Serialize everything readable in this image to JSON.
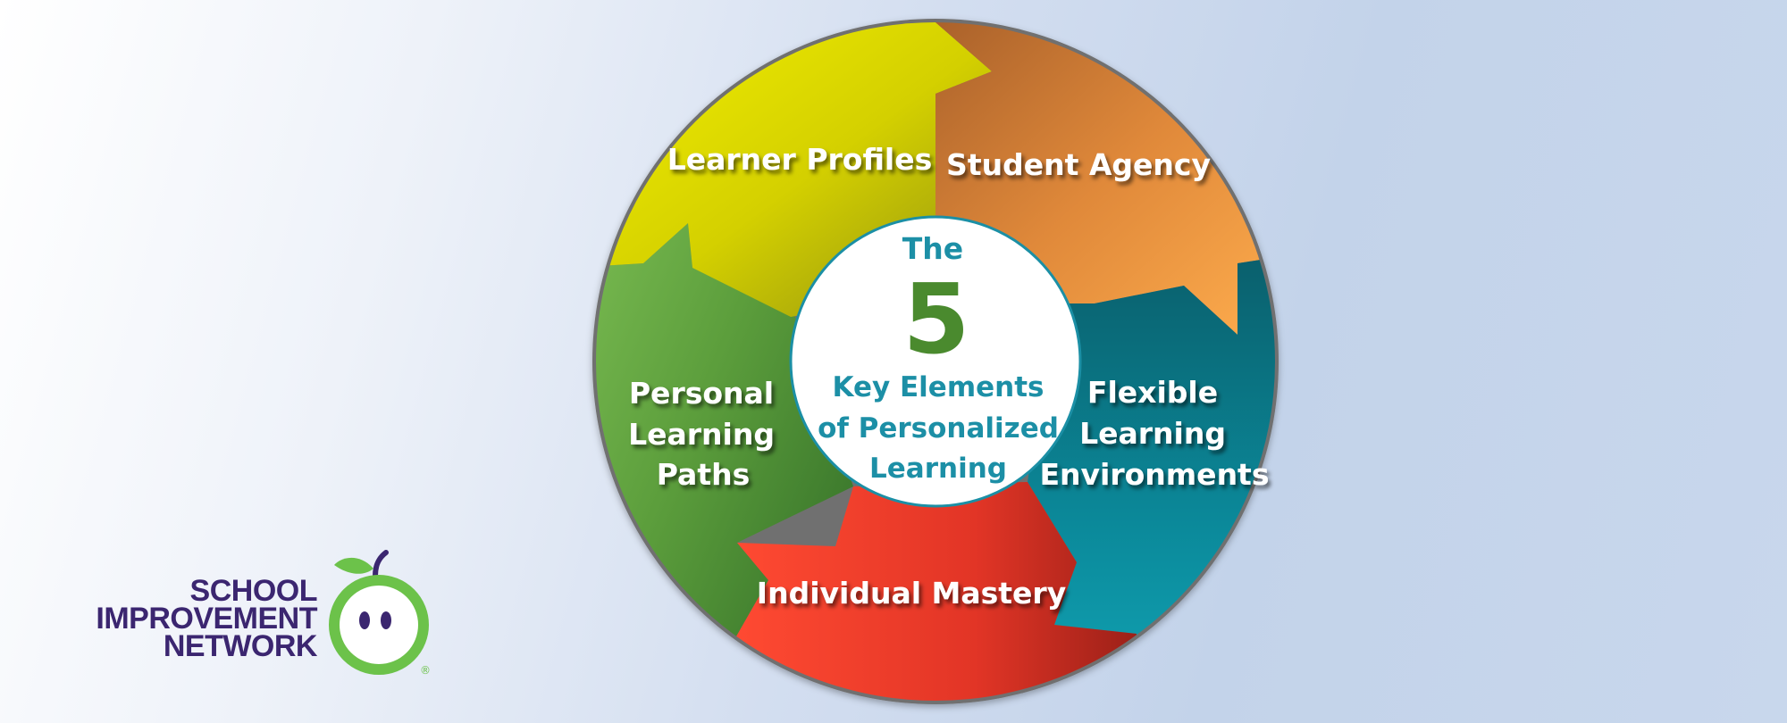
{
  "diagram": {
    "segments": [
      {
        "label_lines": [
          "Learner Profiles"
        ],
        "color": "#d8d800"
      },
      {
        "label_lines": [
          "Student Agency"
        ],
        "color": "#e58a3a"
      },
      {
        "label_lines": [
          "Flexible",
          "Learning",
          "Environments"
        ],
        "color": "#0d8092"
      },
      {
        "label_lines": [
          "Individual Mastery"
        ],
        "color": "#d93324"
      },
      {
        "label_lines": [
          "Personal",
          "Learning",
          "Paths"
        ],
        "color": "#5c9e3c"
      }
    ],
    "center": {
      "line1": "The",
      "number": "5",
      "line3": "Key Elements",
      "line4": "of Personalized",
      "line5": "Learning"
    }
  },
  "logo": {
    "line1": "SCHOOL",
    "line2": "IMPROVEMENT",
    "line3": "NETWORK",
    "registered": "®"
  }
}
